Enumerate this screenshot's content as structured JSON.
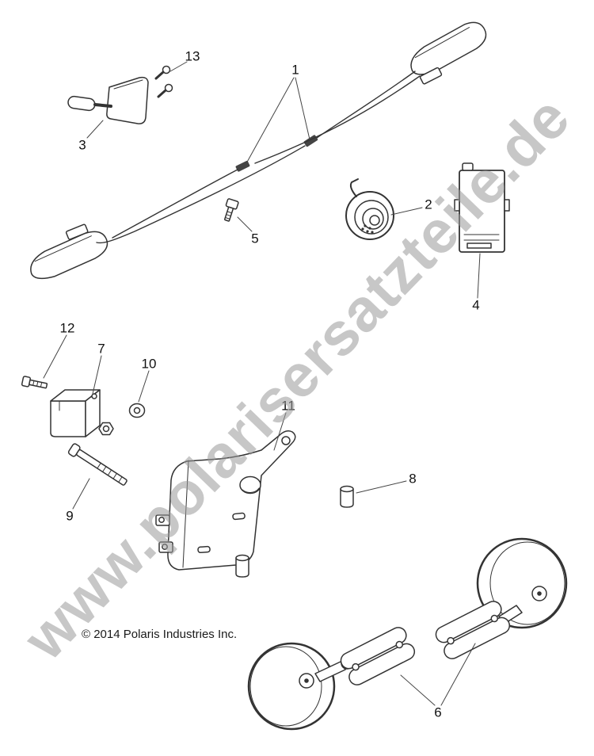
{
  "diagram": {
    "watermark": "www.polarisersatzteile.de",
    "copyright": "© 2014 Polaris Industries Inc.",
    "callouts": [
      {
        "num": "1"
      },
      {
        "num": "2"
      },
      {
        "num": "3"
      },
      {
        "num": "4"
      },
      {
        "num": "5"
      },
      {
        "num": "6"
      },
      {
        "num": "7"
      },
      {
        "num": "8"
      },
      {
        "num": "9"
      },
      {
        "num": "10"
      },
      {
        "num": "11"
      },
      {
        "num": "12"
      },
      {
        "num": "13"
      }
    ]
  }
}
